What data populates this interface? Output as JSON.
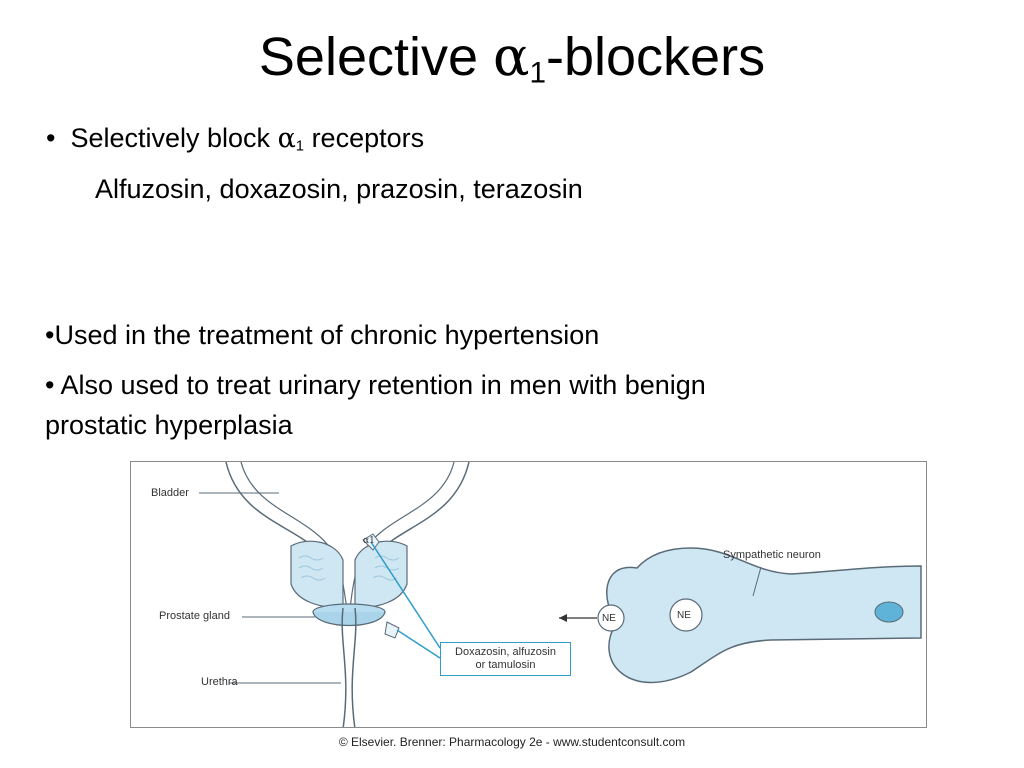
{
  "title": {
    "main": "Selective ",
    "alpha": "α",
    "sub": "1",
    "suffix": "-blockers"
  },
  "bullets": {
    "b1": {
      "marker": "•",
      "text": "Selectively block ",
      "alpha": "α",
      "sub": "1",
      "suffix": " receptors"
    },
    "drugs": "Alfuzosin, doxazosin, prazosin, terazosin",
    "b2": "•Used in the treatment of chronic hypertension",
    "b3_line1": "• Also used to treat urinary retention in men with benign",
    "b3_line2": "prostatic hyperplasia"
  },
  "figure": {
    "bladder_label": "Bladder",
    "prostate_label": "Prostate gland",
    "urethra_label": "Urethra",
    "neuron_label": "Sympathetic neuron",
    "ne_label_left": "NE",
    "ne_label_vesicle": "NE",
    "receptor_label": "α1",
    "callout_line1": "Doxazosin, alfuzosin",
    "callout_line2": "or tamulosin"
  },
  "credit": "© Elsevier. Brenner: Pharmacology 2e - www.studentconsult.com",
  "colors": {
    "tissue": "#cfe6f3",
    "outline": "#5a6b78",
    "accent": "#2f9ec9"
  }
}
